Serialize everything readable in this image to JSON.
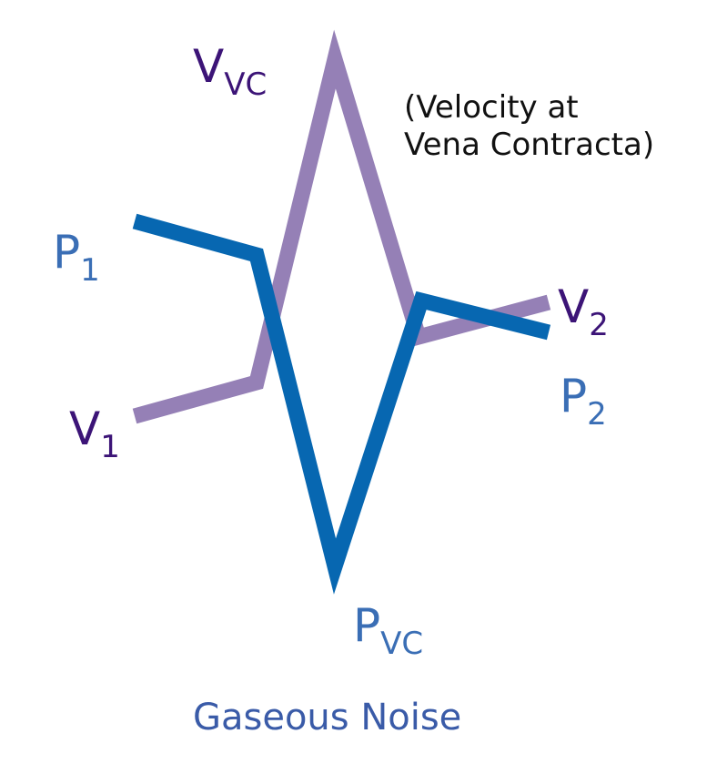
{
  "colors": {
    "velocity_line": "#9580b6",
    "pressure_line": "#0767b1",
    "velocity_label": "#3c1477",
    "pressure_label": "#3a6eb5",
    "title": "#3a5ba8"
  },
  "labels": {
    "v_vc": {
      "main": "V",
      "sub": "VC"
    },
    "v_vc_note": {
      "line1": "(Velocity at",
      "line2": "Vena Contracta)"
    },
    "p1": {
      "main": "P",
      "sub": "1"
    },
    "v1": {
      "main": "V",
      "sub": "1"
    },
    "v2": {
      "main": "V",
      "sub": "2"
    },
    "p2": {
      "main": "P",
      "sub": "2"
    },
    "p_vc": {
      "main": "P",
      "sub": "VC"
    }
  },
  "title": "Gaseous Noise"
}
